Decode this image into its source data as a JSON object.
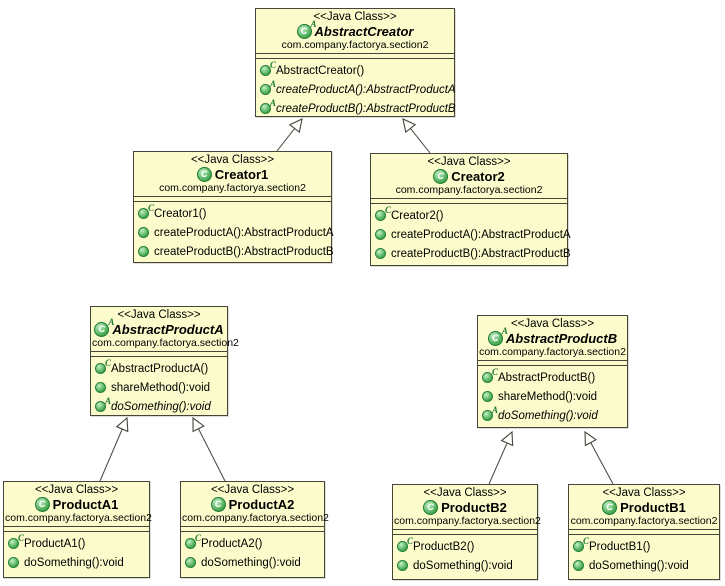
{
  "diagram": {
    "type": "uml-class-diagram",
    "pattern": "Abstract Factory",
    "colors": {
      "box_fill": "#fbfbcb",
      "box_border": "#45453a",
      "line": "#45453a",
      "icon_green": "#3fa54b",
      "icon_green_dark": "#1e7a33",
      "background": "#ffffff"
    },
    "classes": [
      {
        "stereotype": "<<Java Class>>",
        "name": "AbstractCreator",
        "abstract": true,
        "icon_sup": "A",
        "package": "com.company.factorya.section2",
        "methods": [
          {
            "label": "AbstractCreator()",
            "sup": "C",
            "abstract": false
          },
          {
            "label": "createProductA():AbstractProductA",
            "sup": "A",
            "abstract": true
          },
          {
            "label": "createProductB():AbstractProductB",
            "sup": "A",
            "abstract": true
          }
        ]
      },
      {
        "stereotype": "<<Java Class>>",
        "name": "Creator1",
        "abstract": false,
        "icon_sup": "",
        "package": "com.company.factorya.section2",
        "methods": [
          {
            "label": "Creator1()",
            "sup": "C",
            "abstract": false
          },
          {
            "label": "createProductA():AbstractProductA",
            "sup": "",
            "abstract": false
          },
          {
            "label": "createProductB():AbstractProductB",
            "sup": "",
            "abstract": false
          }
        ]
      },
      {
        "stereotype": "<<Java Class>>",
        "name": "Creator2",
        "abstract": false,
        "icon_sup": "",
        "package": "com.company.factorya.section2",
        "methods": [
          {
            "label": "Creator2()",
            "sup": "C",
            "abstract": false
          },
          {
            "label": "createProductA():AbstractProductA",
            "sup": "",
            "abstract": false
          },
          {
            "label": "createProductB():AbstractProductB",
            "sup": "",
            "abstract": false
          }
        ]
      },
      {
        "stereotype": "<<Java Class>>",
        "name": "AbstractProductA",
        "abstract": true,
        "icon_sup": "A",
        "package": "com.company.factorya.section2",
        "methods": [
          {
            "label": "AbstractProductA()",
            "sup": "C",
            "abstract": false
          },
          {
            "label": "shareMethod():void",
            "sup": "",
            "abstract": false
          },
          {
            "label": "doSomething():void",
            "sup": "A",
            "abstract": true
          }
        ]
      },
      {
        "stereotype": "<<Java Class>>",
        "name": "AbstractProductB",
        "abstract": true,
        "icon_sup": "A",
        "package": "com.company.factorya.section2",
        "methods": [
          {
            "label": "AbstractProductB()",
            "sup": "C",
            "abstract": false
          },
          {
            "label": "shareMethod():void",
            "sup": "",
            "abstract": false
          },
          {
            "label": "doSomething():void",
            "sup": "A",
            "abstract": true
          }
        ]
      },
      {
        "stereotype": "<<Java Class>>",
        "name": "ProductA1",
        "abstract": false,
        "icon_sup": "",
        "package": "com.company.factorya.section2",
        "methods": [
          {
            "label": "ProductA1()",
            "sup": "C",
            "abstract": false
          },
          {
            "label": "doSomething():void",
            "sup": "",
            "abstract": false
          }
        ]
      },
      {
        "stereotype": "<<Java Class>>",
        "name": "ProductA2",
        "abstract": false,
        "icon_sup": "",
        "package": "com.company.factorya.section2",
        "methods": [
          {
            "label": "ProductA2()",
            "sup": "C",
            "abstract": false
          },
          {
            "label": "doSomething():void",
            "sup": "",
            "abstract": false
          }
        ]
      },
      {
        "stereotype": "<<Java Class>>",
        "name": "ProductB2",
        "abstract": false,
        "icon_sup": "",
        "package": "com.company.factorya.section2",
        "methods": [
          {
            "label": "ProductB2()",
            "sup": "C",
            "abstract": false
          },
          {
            "label": "doSomething():void",
            "sup": "",
            "abstract": false
          }
        ]
      },
      {
        "stereotype": "<<Java Class>>",
        "name": "ProductB1",
        "abstract": false,
        "icon_sup": "",
        "package": "com.company.factorya.section2",
        "methods": [
          {
            "label": "ProductB1()",
            "sup": "C",
            "abstract": false
          },
          {
            "label": "doSomething():void",
            "sup": "",
            "abstract": false
          }
        ]
      }
    ],
    "edges": [
      {
        "type": "generalization",
        "from": "Creator1",
        "to": "AbstractCreator"
      },
      {
        "type": "generalization",
        "from": "Creator2",
        "to": "AbstractCreator"
      },
      {
        "type": "generalization",
        "from": "ProductA1",
        "to": "AbstractProductA"
      },
      {
        "type": "generalization",
        "from": "ProductA2",
        "to": "AbstractProductA"
      },
      {
        "type": "generalization",
        "from": "ProductB2",
        "to": "AbstractProductB"
      },
      {
        "type": "generalization",
        "from": "ProductB1",
        "to": "AbstractProductB"
      }
    ]
  }
}
